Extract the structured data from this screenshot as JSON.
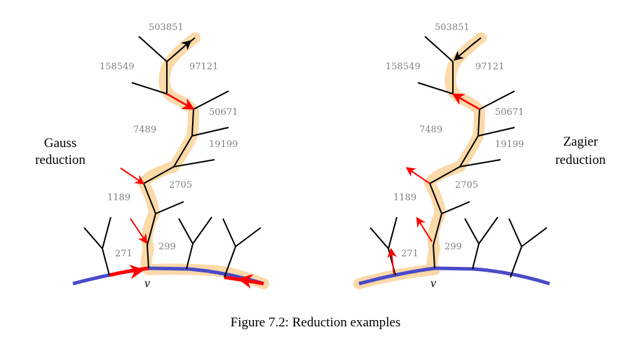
{
  "figure": {
    "caption": "Figure 7.2: Reduction examples",
    "colors": {
      "highlight": "#fcd9a8",
      "tree": "#000000",
      "arrow": "#ff0000",
      "baseline": "#4a4ac8",
      "label": "#808080"
    },
    "left": {
      "title_line1": "Gauss",
      "title_line2": "reduction",
      "vertex_label": "v",
      "region_labels": [
        "503851",
        "158549",
        "97121",
        "50671",
        "7489",
        "19199",
        "2705",
        "1189",
        "271",
        "299"
      ]
    },
    "right": {
      "title_line1": "Zagier",
      "title_line2": "reduction",
      "vertex_label": "v",
      "region_labels": [
        "503851",
        "158549",
        "97121",
        "50671",
        "7489",
        "19199",
        "2705",
        "1189",
        "271",
        "299"
      ]
    }
  }
}
